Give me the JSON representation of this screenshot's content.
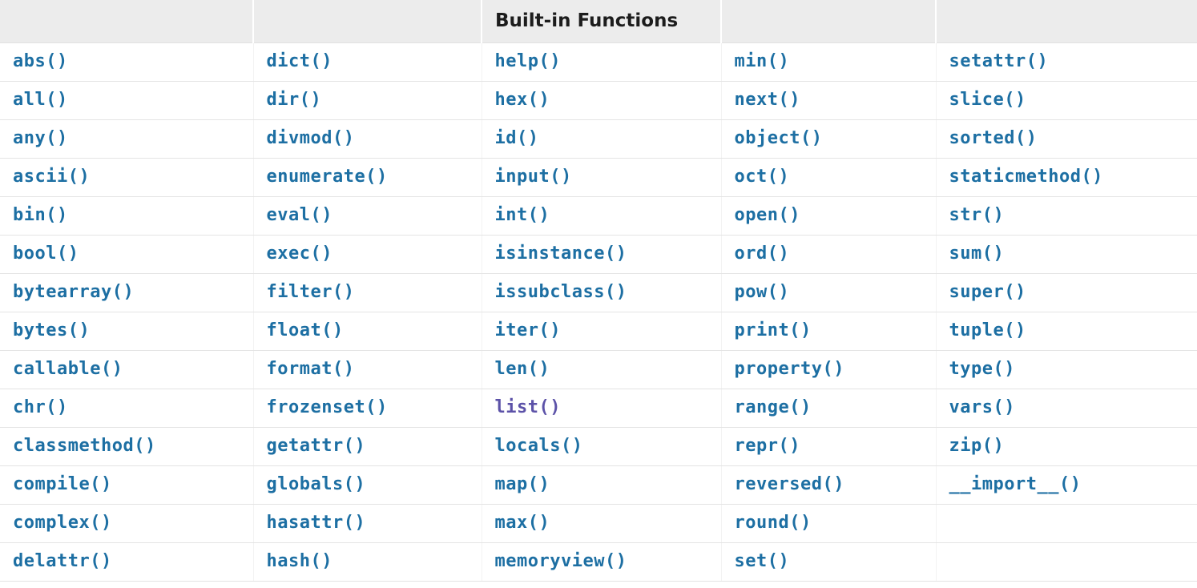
{
  "page": {
    "background_color": "#ffffff",
    "surround_color": "#e9e9e9"
  },
  "table": {
    "title": "Built-in Functions",
    "header_background": "#ececec",
    "header_text_color": "#1c1c1c",
    "link_color": "#1d6fa3",
    "visited_link_color": "#5c52a8",
    "row_border_color": "#e4e4e4",
    "column_count": 5,
    "row_count": 14,
    "header": [
      "",
      "",
      "Built-in Functions",
      "",
      ""
    ],
    "rows": [
      [
        {
          "label": "abs()",
          "state": "link"
        },
        {
          "label": "dict()",
          "state": "link"
        },
        {
          "label": "help()",
          "state": "link"
        },
        {
          "label": "min()",
          "state": "link"
        },
        {
          "label": "setattr()",
          "state": "link"
        }
      ],
      [
        {
          "label": "all()",
          "state": "link"
        },
        {
          "label": "dir()",
          "state": "link"
        },
        {
          "label": "hex()",
          "state": "link"
        },
        {
          "label": "next()",
          "state": "link"
        },
        {
          "label": "slice()",
          "state": "link"
        }
      ],
      [
        {
          "label": "any()",
          "state": "link"
        },
        {
          "label": "divmod()",
          "state": "link"
        },
        {
          "label": "id()",
          "state": "link"
        },
        {
          "label": "object()",
          "state": "link"
        },
        {
          "label": "sorted()",
          "state": "link"
        }
      ],
      [
        {
          "label": "ascii()",
          "state": "link"
        },
        {
          "label": "enumerate()",
          "state": "link"
        },
        {
          "label": "input()",
          "state": "link"
        },
        {
          "label": "oct()",
          "state": "link"
        },
        {
          "label": "staticmethod()",
          "state": "link"
        }
      ],
      [
        {
          "label": "bin()",
          "state": "link"
        },
        {
          "label": "eval()",
          "state": "link"
        },
        {
          "label": "int()",
          "state": "link"
        },
        {
          "label": "open()",
          "state": "link"
        },
        {
          "label": "str()",
          "state": "link"
        }
      ],
      [
        {
          "label": "bool()",
          "state": "link"
        },
        {
          "label": "exec()",
          "state": "link"
        },
        {
          "label": "isinstance()",
          "state": "link"
        },
        {
          "label": "ord()",
          "state": "link"
        },
        {
          "label": "sum()",
          "state": "link"
        }
      ],
      [
        {
          "label": "bytearray()",
          "state": "link"
        },
        {
          "label": "filter()",
          "state": "link"
        },
        {
          "label": "issubclass()",
          "state": "link"
        },
        {
          "label": "pow()",
          "state": "link"
        },
        {
          "label": "super()",
          "state": "link"
        }
      ],
      [
        {
          "label": "bytes()",
          "state": "link"
        },
        {
          "label": "float()",
          "state": "link"
        },
        {
          "label": "iter()",
          "state": "link"
        },
        {
          "label": "print()",
          "state": "link"
        },
        {
          "label": "tuple()",
          "state": "link"
        }
      ],
      [
        {
          "label": "callable()",
          "state": "link"
        },
        {
          "label": "format()",
          "state": "link"
        },
        {
          "label": "len()",
          "state": "link"
        },
        {
          "label": "property()",
          "state": "link"
        },
        {
          "label": "type()",
          "state": "link"
        }
      ],
      [
        {
          "label": "chr()",
          "state": "link"
        },
        {
          "label": "frozenset()",
          "state": "link"
        },
        {
          "label": "list()",
          "state": "visited"
        },
        {
          "label": "range()",
          "state": "link"
        },
        {
          "label": "vars()",
          "state": "link"
        }
      ],
      [
        {
          "label": "classmethod()",
          "state": "link"
        },
        {
          "label": "getattr()",
          "state": "link"
        },
        {
          "label": "locals()",
          "state": "link"
        },
        {
          "label": "repr()",
          "state": "link"
        },
        {
          "label": "zip()",
          "state": "link"
        }
      ],
      [
        {
          "label": "compile()",
          "state": "link"
        },
        {
          "label": "globals()",
          "state": "link"
        },
        {
          "label": "map()",
          "state": "link"
        },
        {
          "label": "reversed()",
          "state": "link"
        },
        {
          "label": "__import__()",
          "state": "link"
        }
      ],
      [
        {
          "label": "complex()",
          "state": "link"
        },
        {
          "label": "hasattr()",
          "state": "link"
        },
        {
          "label": "max()",
          "state": "link"
        },
        {
          "label": "round()",
          "state": "link"
        },
        {
          "label": "",
          "state": "empty"
        }
      ],
      [
        {
          "label": "delattr()",
          "state": "link"
        },
        {
          "label": "hash()",
          "state": "link"
        },
        {
          "label": "memoryview()",
          "state": "link"
        },
        {
          "label": "set()",
          "state": "link"
        },
        {
          "label": "",
          "state": "empty"
        }
      ]
    ]
  }
}
